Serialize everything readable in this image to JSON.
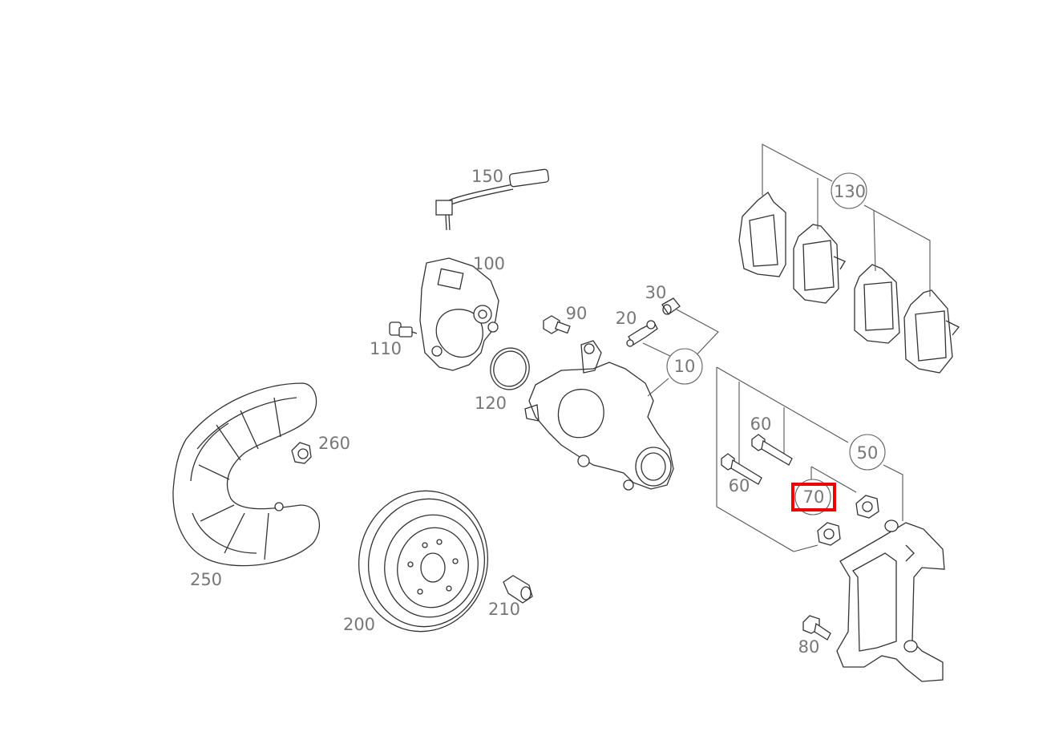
{
  "labels": {
    "p10": "10",
    "p20": "20",
    "p30": "30",
    "p50": "50",
    "p60a": "60",
    "p60b": "60",
    "p70": "70",
    "p80": "80",
    "p90": "90",
    "p100": "100",
    "p110": "110",
    "p120": "120",
    "p130": "130",
    "p150": "150",
    "p200": "200",
    "p210": "210",
    "p250": "250",
    "p260": "260"
  },
  "highlighted_part": "70",
  "colors": {
    "highlight": "#ee0000",
    "label": "#777777",
    "line": "#333333"
  }
}
